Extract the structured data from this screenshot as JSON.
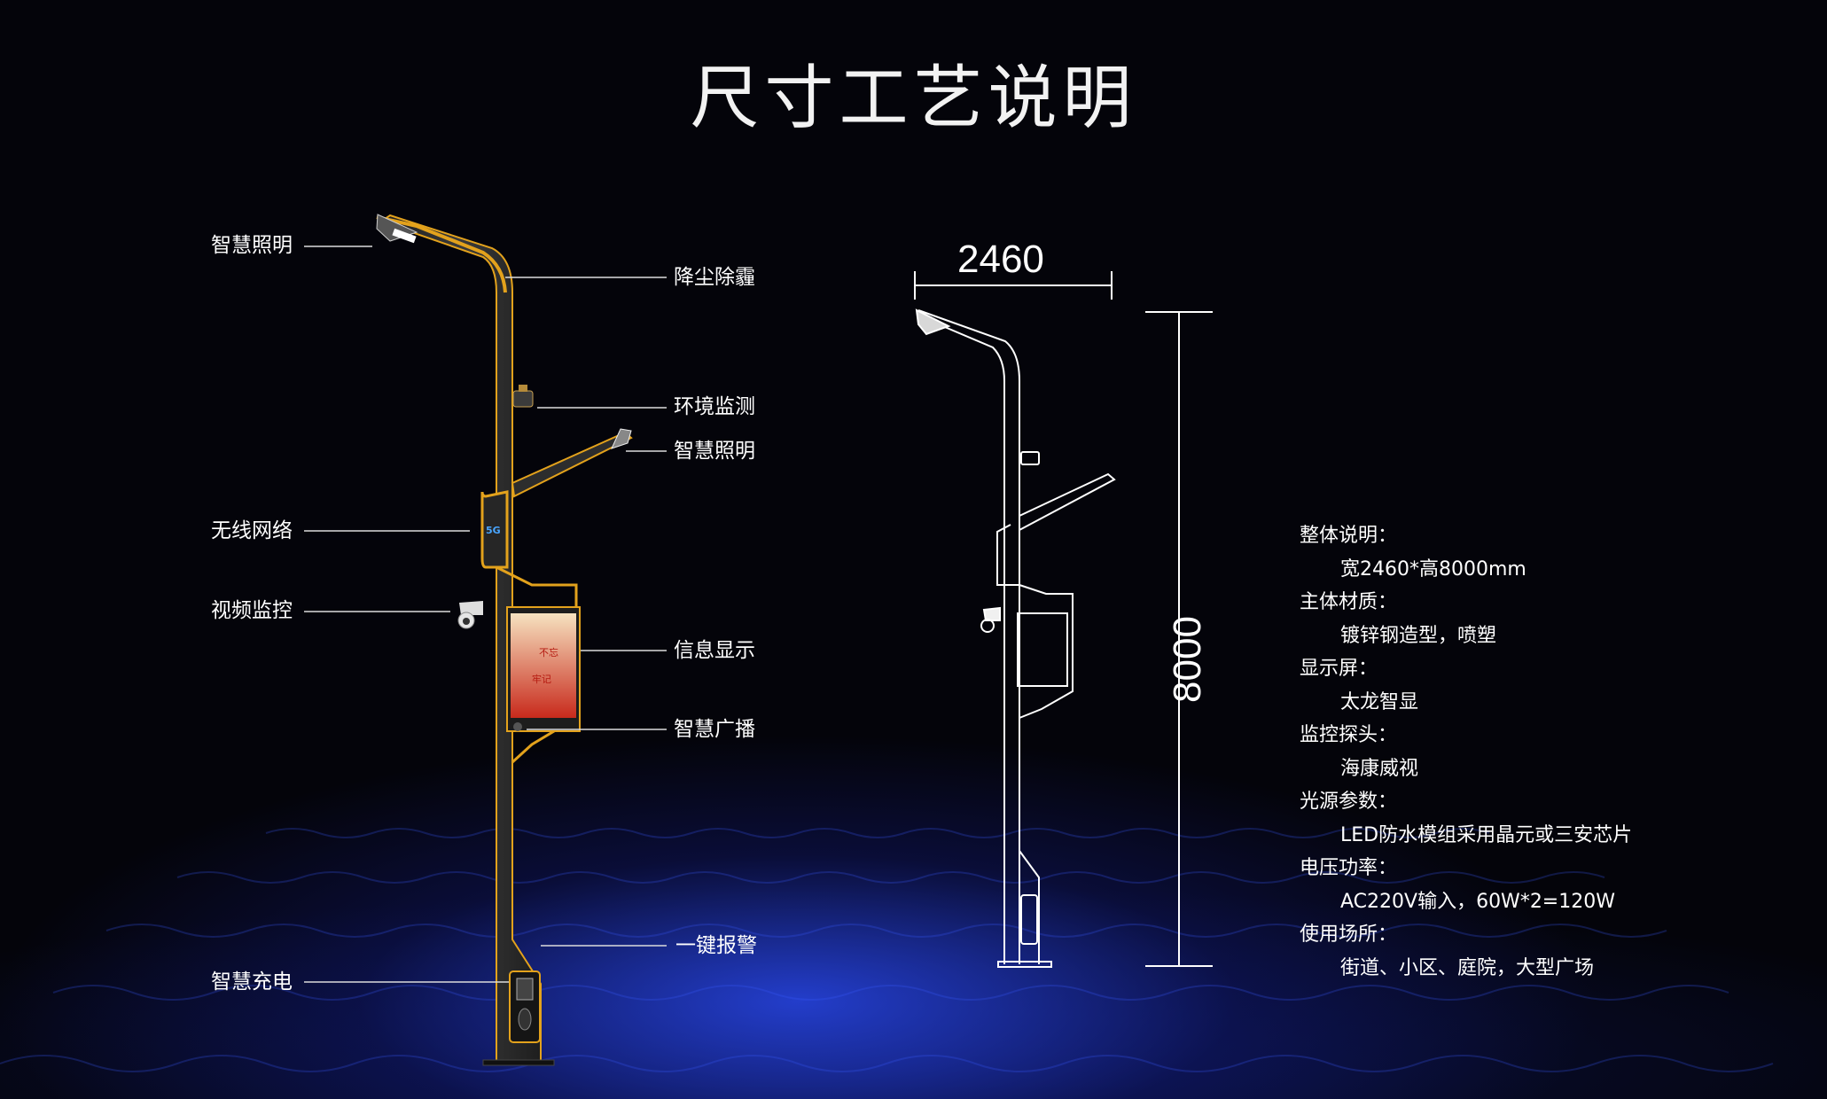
{
  "title": "尺寸工艺说明",
  "labels": {
    "left": {
      "lighting_top": "智慧照明",
      "wireless": "无线网络",
      "video": "视频监控",
      "charging": "智慧充电"
    },
    "right": {
      "dust": "降尘除霾",
      "environment": "环境监测",
      "lighting_mid": "智慧照明",
      "info_display": "信息显示",
      "broadcast": "智慧广播",
      "alarm": "一键报警"
    }
  },
  "dimensions": {
    "width": "2460",
    "height": "8000"
  },
  "specs": [
    {
      "key": "整体说明：",
      "value": "宽2460*高8000mm"
    },
    {
      "key": "主体材质：",
      "value": "镀锌钢造型，喷塑"
    },
    {
      "key": "显示屏：",
      "value": "太龙智显"
    },
    {
      "key": "监控探头：",
      "value": "海康威视"
    },
    {
      "key": "光源参数：",
      "value": "LED防水模组采用晶元或三安芯片"
    },
    {
      "key": "电压功率：",
      "value": "AC220V输入，60W*2=120W"
    },
    {
      "key": "使用场所：",
      "value": "街道、小区、庭院，大型广场"
    }
  ],
  "pole_badge": "5G",
  "colors": {
    "background": "#04040a",
    "accent_gold": "#e3a21c",
    "pole_dark": "#2b2b2b",
    "glow_blue": "#2846e6"
  }
}
